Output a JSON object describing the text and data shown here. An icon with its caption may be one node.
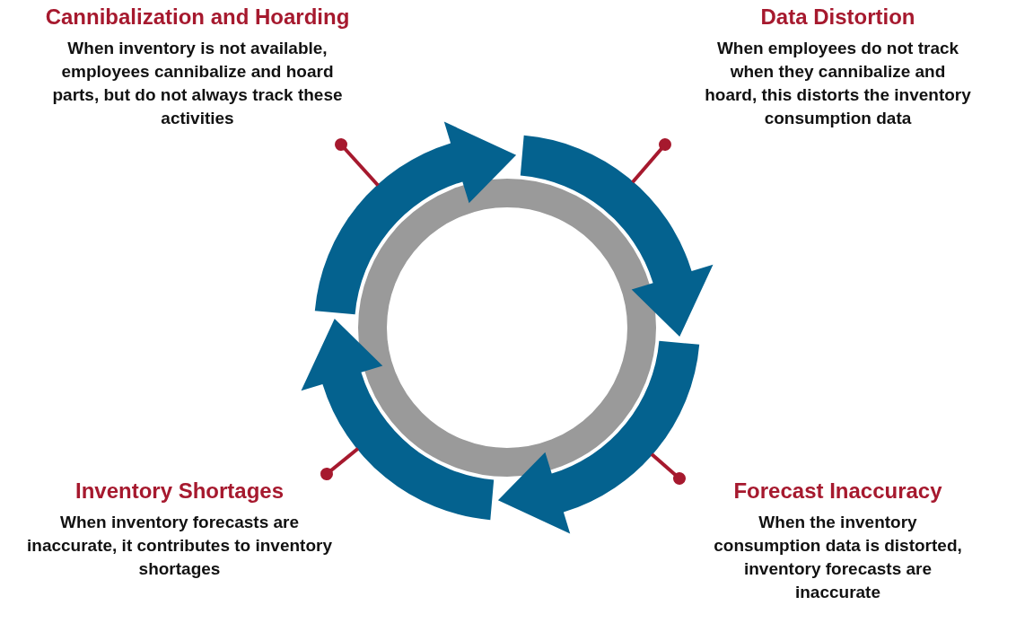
{
  "diagram": {
    "nodes": [
      {
        "text": [
          "Cannibalization and Hoarding",
          "When inventory is not available, employees cannibalize and hoard parts, but do not always track these activities"
        ]
      },
      {
        "text": [
          "Data Distortion",
          "When employees do not track when they cannibalize and hoard, this distorts the inventory consumption data"
        ]
      },
      {
        "text": [
          "Inventory Shortages",
          "When inventory forecasts are inaccurate, it contributes to inventory shortages"
        ]
      },
      {
        "text": [
          "Forecast Inaccuracy",
          "When the inventory consumption data is distorted, inventory forecasts are inaccurate"
        ]
      },
      {
        "text": [],
        "shape": "arrow"
      },
      {
        "text": [],
        "shape": "arrow"
      },
      {
        "text": [],
        "shape": "arrow"
      },
      {
        "text": [],
        "shape": "arrow"
      },
      {
        "text": [],
        "shape": "circle"
      }
    ],
    "edges": [
      {
        "from": 0,
        "to": 4,
        "arrow": "other"
      },
      {
        "from": 1,
        "to": 5,
        "arrow": "other"
      },
      {
        "from": 2,
        "to": 6,
        "arrow": "other"
      },
      {
        "from": 3,
        "to": 7,
        "arrow": "other"
      }
    ]
  }
}
